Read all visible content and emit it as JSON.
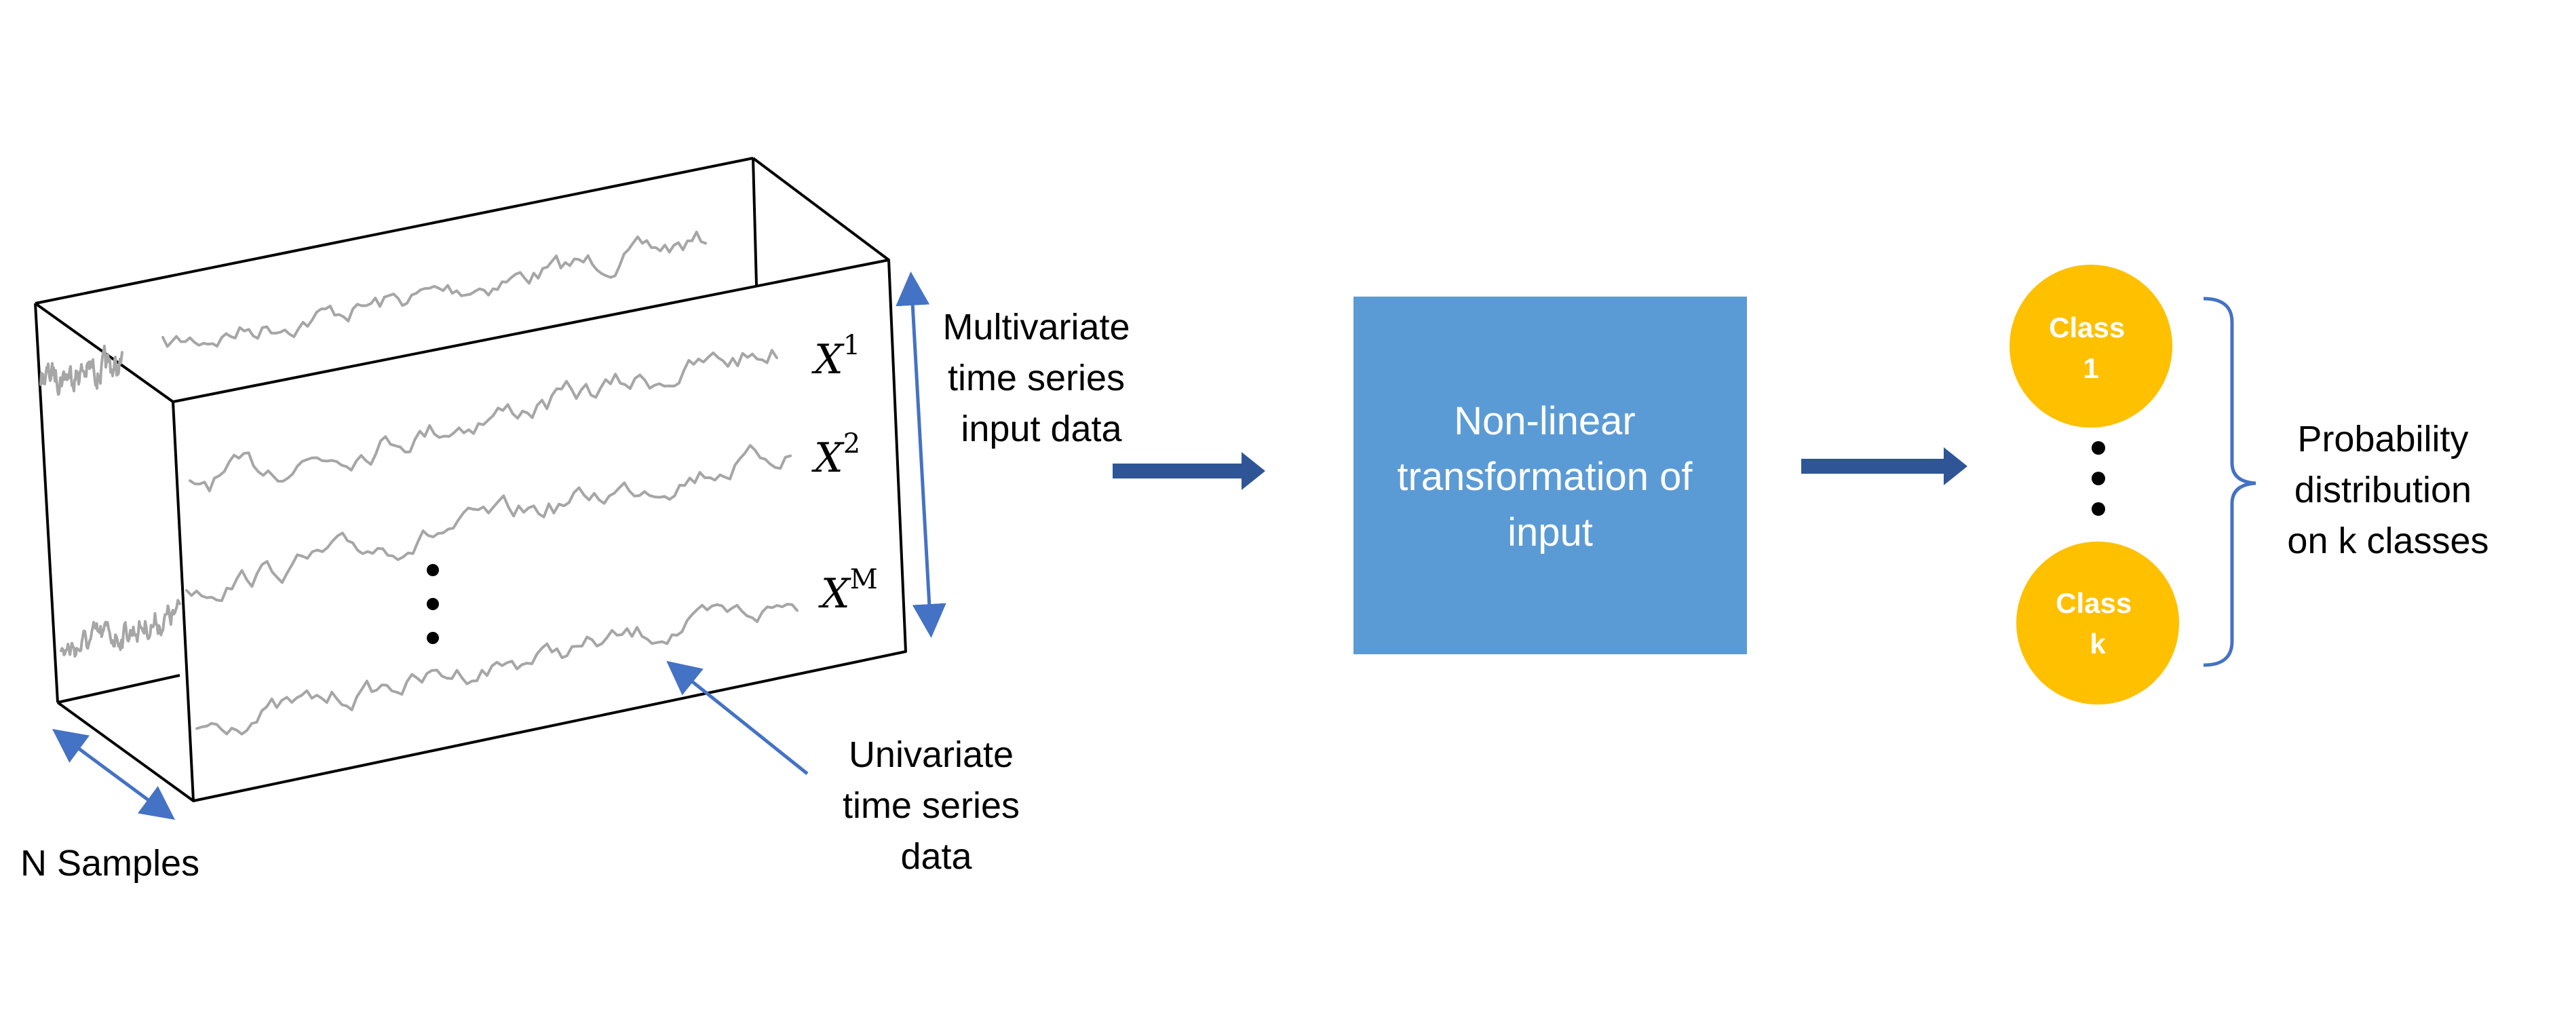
{
  "labels": {
    "multivariate": [
      "Multivariate",
      "time series",
      "input data"
    ],
    "univariate": [
      "Univariate",
      "time series",
      "data"
    ],
    "n_samples": "N Samples",
    "transformation": [
      "Non-linear",
      "transformation of",
      "input"
    ],
    "probability": [
      "Probability",
      "distribution",
      "on k classes"
    ]
  },
  "series_labels": {
    "x1": {
      "base": "X",
      "sup": "1"
    },
    "x2": {
      "base": "X",
      "sup": "2"
    },
    "xm": {
      "base": "X",
      "sup": "M"
    }
  },
  "classes": [
    {
      "line1": "Class",
      "line2": "1"
    },
    {
      "line1": "Class",
      "line2": "k"
    }
  ],
  "colors": {
    "box_fill": "#5B9BD5",
    "class_fill": "#FFC000",
    "arrow": "#2F5597",
    "accent_line": "#4472C4",
    "series_line": "#A6A6A6",
    "frame_line": "#000000"
  }
}
